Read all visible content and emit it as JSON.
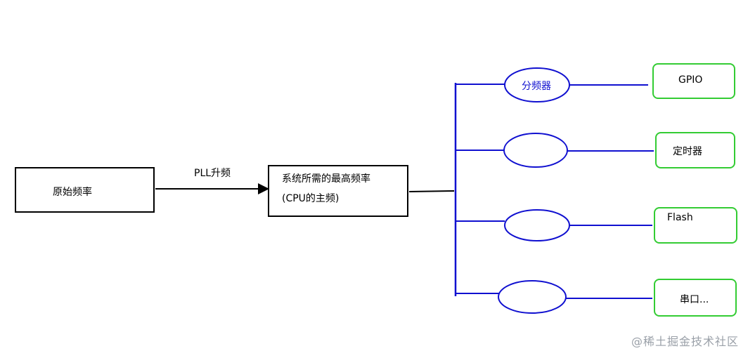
{
  "source": {
    "label": "原始频率"
  },
  "edge": {
    "label": "PLL升频"
  },
  "system": {
    "line1": "系统所需的最高频率",
    "line2": "(CPU的主频)"
  },
  "divider": {
    "label": "分频器"
  },
  "peripherals": [
    {
      "label": "GPIO"
    },
    {
      "label": "定时器"
    },
    {
      "label": "Flash"
    },
    {
      "label": "串口..."
    }
  ],
  "watermark": "@稀土掘金技术社区",
  "colors": {
    "bus": "#1010d0",
    "peripheral_border": "#33cc33",
    "box_border": "#000000",
    "divider_text": "#1010d0"
  }
}
